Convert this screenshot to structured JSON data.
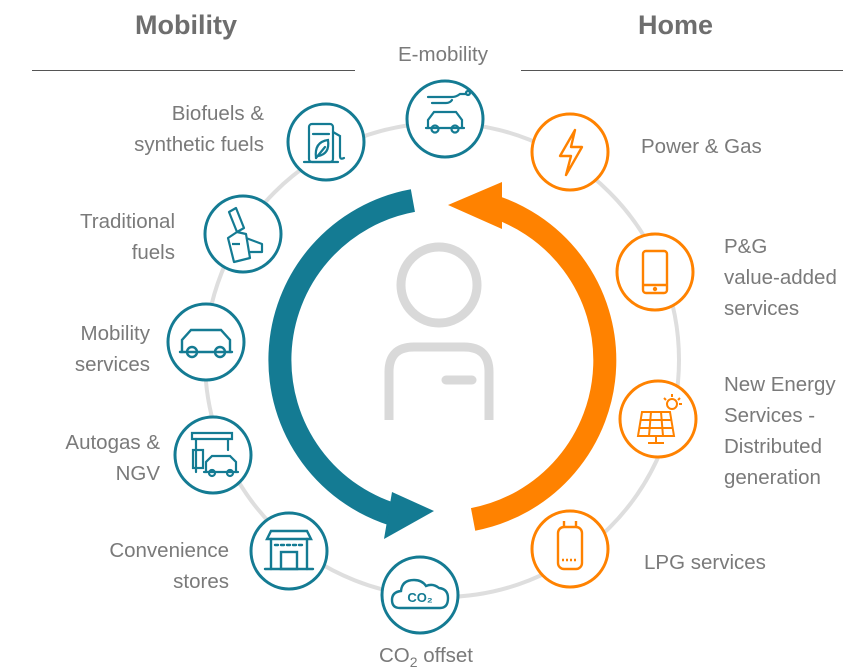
{
  "headers": {
    "left": "Mobility",
    "right": "Home"
  },
  "colors": {
    "teal": "#147b93",
    "orange": "#ff8200",
    "gray_ring": "#dedede",
    "person": "#d9d9d9",
    "text": "#7a7a7a"
  },
  "items": {
    "emobility": {
      "lines": [
        "E-mobility"
      ],
      "icon": "electric-car-icon"
    },
    "biofuels": {
      "lines": [
        "Biofuels &",
        "synthetic fuels"
      ],
      "icon": "fuel-pump-leaf-icon"
    },
    "traditional": {
      "lines": [
        "Traditional",
        "fuels"
      ],
      "icon": "fuel-nozzle-icon"
    },
    "mobility_services": {
      "lines": [
        "Mobility",
        "services"
      ],
      "icon": "car-icon"
    },
    "autogas": {
      "lines": [
        "Autogas &",
        "NGV"
      ],
      "icon": "gas-station-car-icon"
    },
    "convenience": {
      "lines": [
        "Convenience",
        "stores"
      ],
      "icon": "store-icon"
    },
    "co2": {
      "prefix": "CO",
      "sub": "2",
      "suffix": " offset",
      "icon": "co2-cloud-icon",
      "icon_text": "CO₂"
    },
    "power_gas": {
      "lines": [
        "Power & Gas"
      ],
      "icon": "lightning-icon"
    },
    "pg_vas": {
      "lines": [
        "P&G",
        "value-added",
        "services"
      ],
      "icon": "smartphone-icon"
    },
    "new_energy": {
      "lines": [
        "New Energy",
        "Services -",
        "Distributed",
        "generation"
      ],
      "icon": "solar-panel-icon"
    },
    "lpg": {
      "lines": [
        "LPG services"
      ],
      "icon": "gas-bottle-icon"
    }
  },
  "center": {
    "icon": "person-icon"
  }
}
